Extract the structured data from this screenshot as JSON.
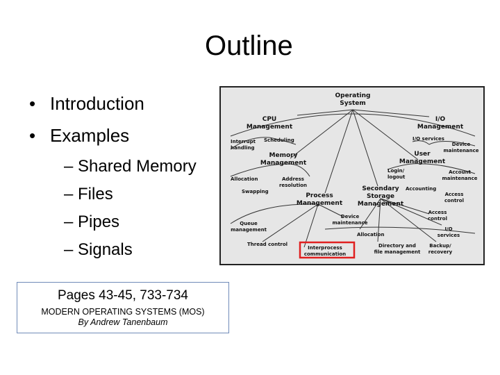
{
  "slide": {
    "title": "Outline",
    "bullets": [
      "Introduction",
      "Examples"
    ],
    "sub_bullets": [
      "Shared Memory",
      "Files",
      "Pipes",
      "Signals"
    ]
  },
  "reference": {
    "pages": "Pages 43-45, 733-734",
    "book": "MODERN OPERATING SYSTEMS (MOS)",
    "author": "By Andrew Tanenbaum"
  },
  "diagram": {
    "root": [
      "Operating",
      "System"
    ],
    "cpu": [
      "CPU",
      "Management"
    ],
    "io": [
      "I/O",
      "Management"
    ],
    "interrupt": [
      "Interrupt",
      "handling"
    ],
    "scheduling": "Scheduling",
    "io_services": "I/O services",
    "device_maint_top": [
      "Device",
      "maintenance"
    ],
    "memory": [
      "Memory",
      "Management"
    ],
    "user": [
      "User",
      "Management"
    ],
    "allocation_left": "Allocation",
    "address": [
      "Address",
      "resolution"
    ],
    "login": [
      "Login/",
      "logout"
    ],
    "account_maint": [
      "Account",
      "maintenance"
    ],
    "swapping": "Swapping",
    "process": [
      "Process",
      "Management"
    ],
    "secondary": [
      "Secondary",
      "Storage",
      "Management"
    ],
    "accounting": "Accounting",
    "access_control_right": [
      "Access",
      "control"
    ],
    "queue": [
      "Queue",
      "management"
    ],
    "device_maint_mid": [
      "Device",
      "maintenance"
    ],
    "access_control_low": [
      "Access",
      "control"
    ],
    "io_services_low": [
      "I/O",
      "services"
    ],
    "thread": "Thread control",
    "interprocess": [
      "Interprocess",
      "communication"
    ],
    "allocation_low": "Allocation",
    "directory": [
      "Directory and",
      "file management"
    ],
    "backup": [
      "Backup/",
      "recovery"
    ],
    "highlight_color": "#e02020"
  }
}
